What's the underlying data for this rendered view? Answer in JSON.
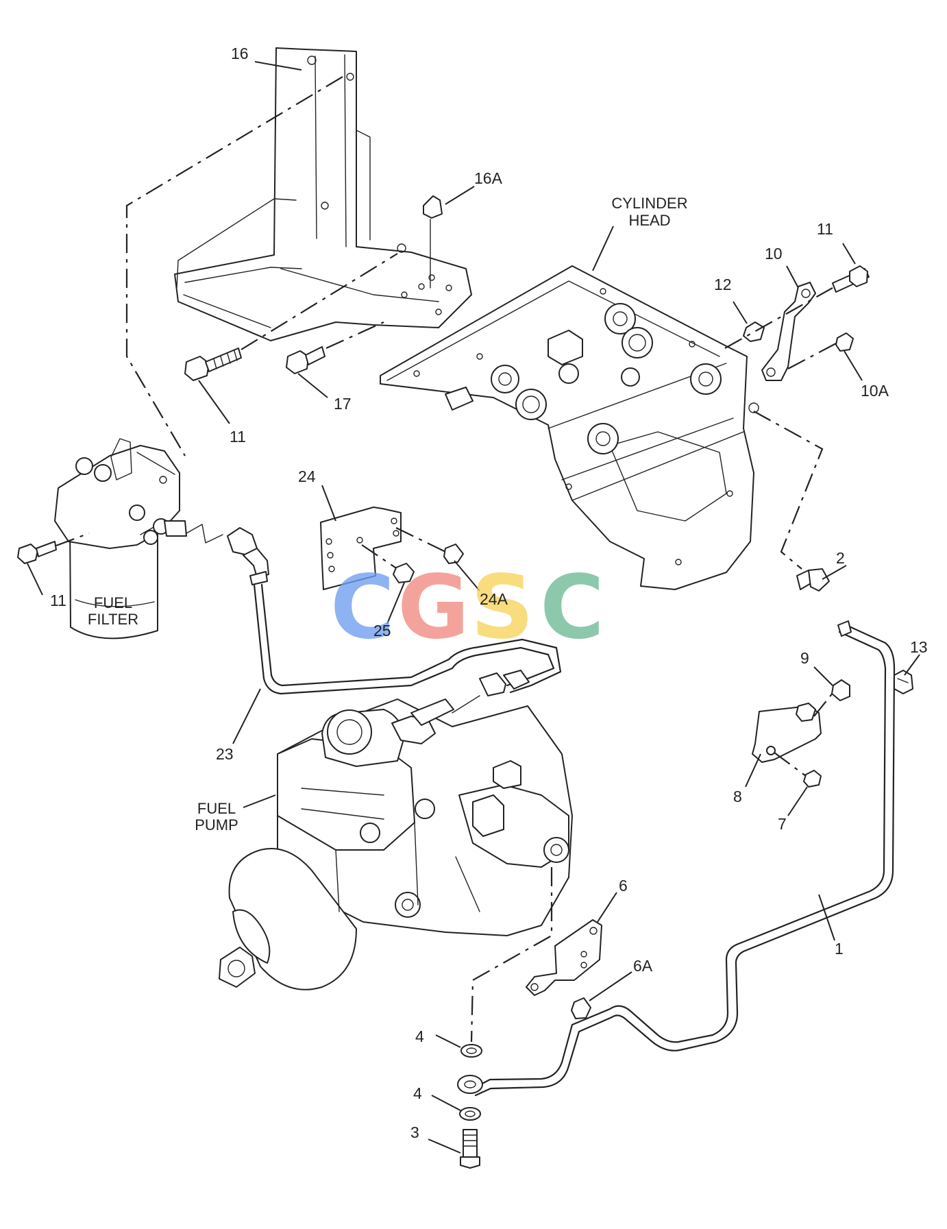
{
  "callouts": {
    "c1": "1",
    "c2": "2",
    "c3": "3",
    "c4a": "4",
    "c4b": "4",
    "c6": "6",
    "c6a": "6A",
    "c7": "7",
    "c8": "8",
    "c9": "9",
    "c10": "10",
    "c10a": "10A",
    "c11_head": "11",
    "c11_bracket": "11",
    "c11_filter": "11",
    "c12": "12",
    "c13": "13",
    "c16": "16",
    "c16a": "16A",
    "c17": "17",
    "c23": "23",
    "c24": "24",
    "c24a": "24A",
    "c25": "25"
  },
  "components": {
    "cylinder_head": [
      "CYLINDER",
      "HEAD"
    ],
    "fuel_filter": [
      "FUEL",
      "FILTER"
    ],
    "fuel_pump": [
      "FUEL",
      "PUMP"
    ]
  },
  "watermark": {
    "letters": [
      "C",
      "G",
      "S",
      "C"
    ],
    "colors": [
      "#6f9ef0",
      "#f08a80",
      "#f7d35a",
      "#6cb996"
    ]
  }
}
